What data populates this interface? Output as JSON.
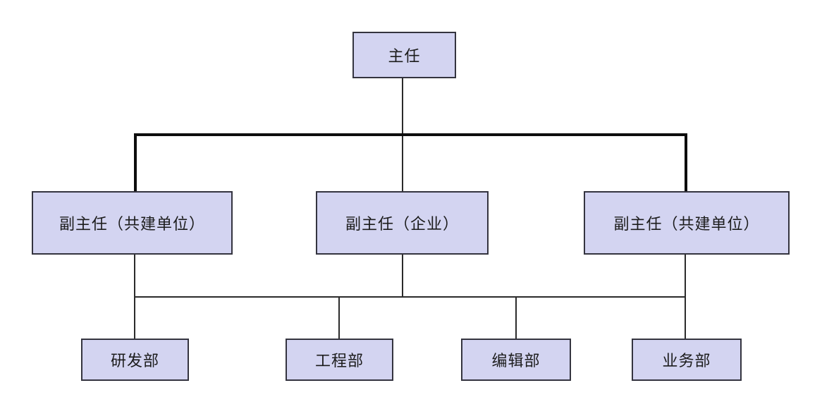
{
  "diagram": {
    "type": "org-chart",
    "nodes": {
      "director": {
        "label": "主任"
      },
      "deputy_left": {
        "label": "副主任（共建单位）"
      },
      "deputy_middle": {
        "label": "副主任（企业）"
      },
      "deputy_right": {
        "label": "副主任（共建单位）"
      },
      "dept_rd": {
        "label": "研发部"
      },
      "dept_engineering": {
        "label": "工程部"
      },
      "dept_editorial": {
        "label": "编辑部"
      },
      "dept_business": {
        "label": "业务部"
      }
    },
    "colors": {
      "node_fill": "#d3d4f1",
      "node_border": "#34343f",
      "connector_thin": "#2b2b2b",
      "connector_bold": "#0d0d0d",
      "text": "#1c1c1c",
      "background": "#ffffff"
    }
  }
}
